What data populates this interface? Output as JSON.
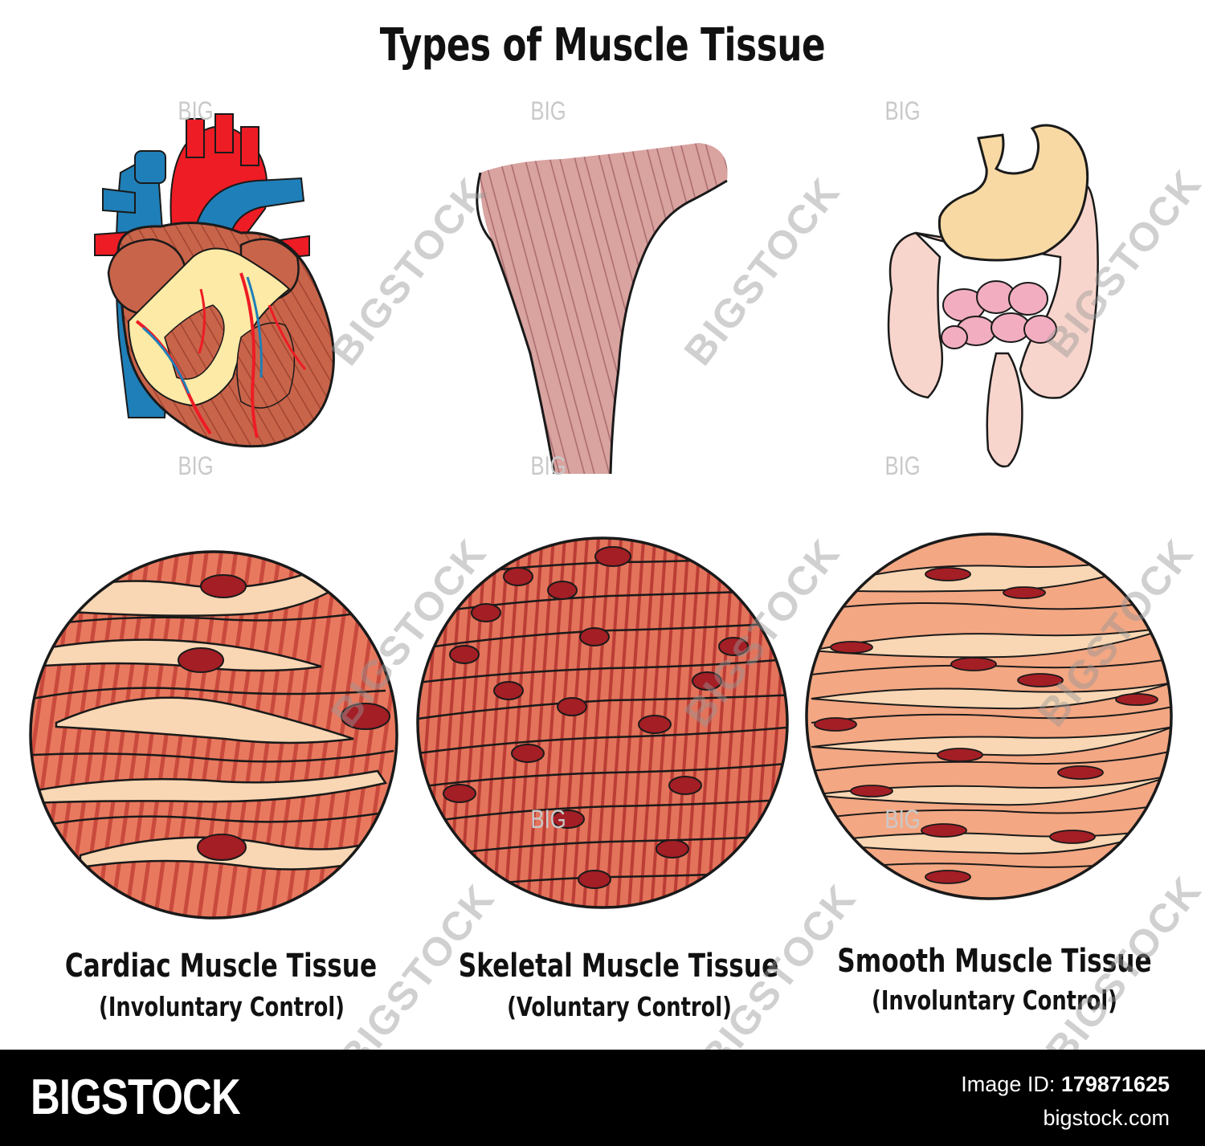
{
  "title": "Types of Muscle Tissue",
  "panels": [
    {
      "name": "Cardiac Muscle Tissue",
      "control": "(Involuntary Control)"
    },
    {
      "name": "Skeletal Muscle Tissue",
      "control": "(Voluntary Control)"
    },
    {
      "name": "Smooth Muscle Tissue",
      "control": "(Involuntary Control)"
    }
  ],
  "watermark": {
    "big": "BIG",
    "stock": "BIGSTOCK"
  },
  "footer": {
    "brand": "BIGSTOCK",
    "image_id_label": "Image ID:",
    "image_id": "179871625",
    "site": "bigstock.com"
  },
  "colors": {
    "heart_red": "#ee1c24",
    "heart_blue": "#1f7fb8",
    "heart_muscle": "#c8644a",
    "fat_yellow": "#fdeaa7",
    "muscle_pink": "#d9a3a0",
    "stomach_tan": "#f8d9a3",
    "intestine_pink": "#f8d5cc",
    "tissue_base": "#e8795f",
    "tissue_light": "#f9d7b4",
    "nucleus": "#a41e25"
  }
}
